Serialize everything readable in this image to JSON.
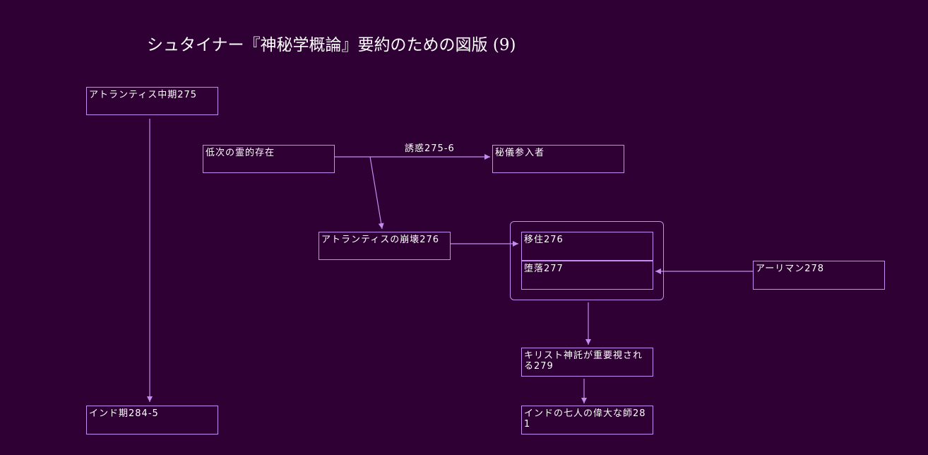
{
  "title": "シュタイナー『神秘学概論』要約のための図版 (9)",
  "colors": {
    "background": "#2e0033",
    "line": "#c58cf2",
    "text": "#ffffff"
  },
  "nodes": {
    "atlantis_mid": "アトランティス中期275",
    "lower_spirits": "低次の霊的存在",
    "initiates": "秘儀参入者",
    "atlantis_collapse": "アトランティスの崩壊276",
    "migration": "移住276",
    "fall": "堕落277",
    "ahriman": "アーリマン278",
    "christ_oracle": "キリスト神託が重要視される279",
    "india_period": "インド期284-5",
    "seven_masters": "インドの七人の偉大な師281"
  },
  "edges": {
    "temptation": "誘惑275-6"
  }
}
